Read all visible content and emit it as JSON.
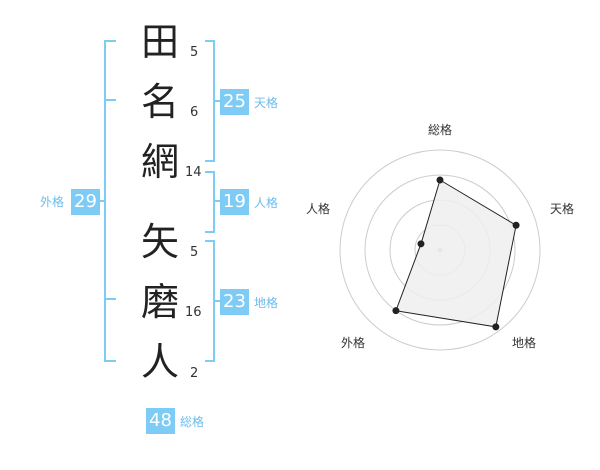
{
  "name": {
    "surname": [
      {
        "char": "田",
        "strokes": "5"
      },
      {
        "char": "名",
        "strokes": "6"
      },
      {
        "char": "網",
        "strokes": "14"
      }
    ],
    "given": [
      {
        "char": "矢",
        "strokes": "5"
      },
      {
        "char": "磨",
        "strokes": "16"
      },
      {
        "char": "人",
        "strokes": "2"
      }
    ]
  },
  "fortunes": {
    "tenkaku": {
      "value": "25",
      "label": "天格"
    },
    "jinkaku": {
      "value": "19",
      "label": "人格"
    },
    "chikaku": {
      "value": "23",
      "label": "地格"
    },
    "gaikaku": {
      "value": "29",
      "label": "外格"
    },
    "soukaku": {
      "value": "48",
      "label": "総格"
    }
  },
  "colors": {
    "accent": "#7ecbf5",
    "accent_text": "#6cbcec",
    "radar_fill": "#eeeeee",
    "radar_line": "#222222",
    "grid": "#cccccc"
  },
  "chart_data": {
    "type": "radar",
    "axes": [
      "総格",
      "天格",
      "地格",
      "外格",
      "人格"
    ],
    "values": [
      0.7,
      0.8,
      0.95,
      0.75,
      0.2
    ],
    "rings": 4,
    "max": 1
  }
}
